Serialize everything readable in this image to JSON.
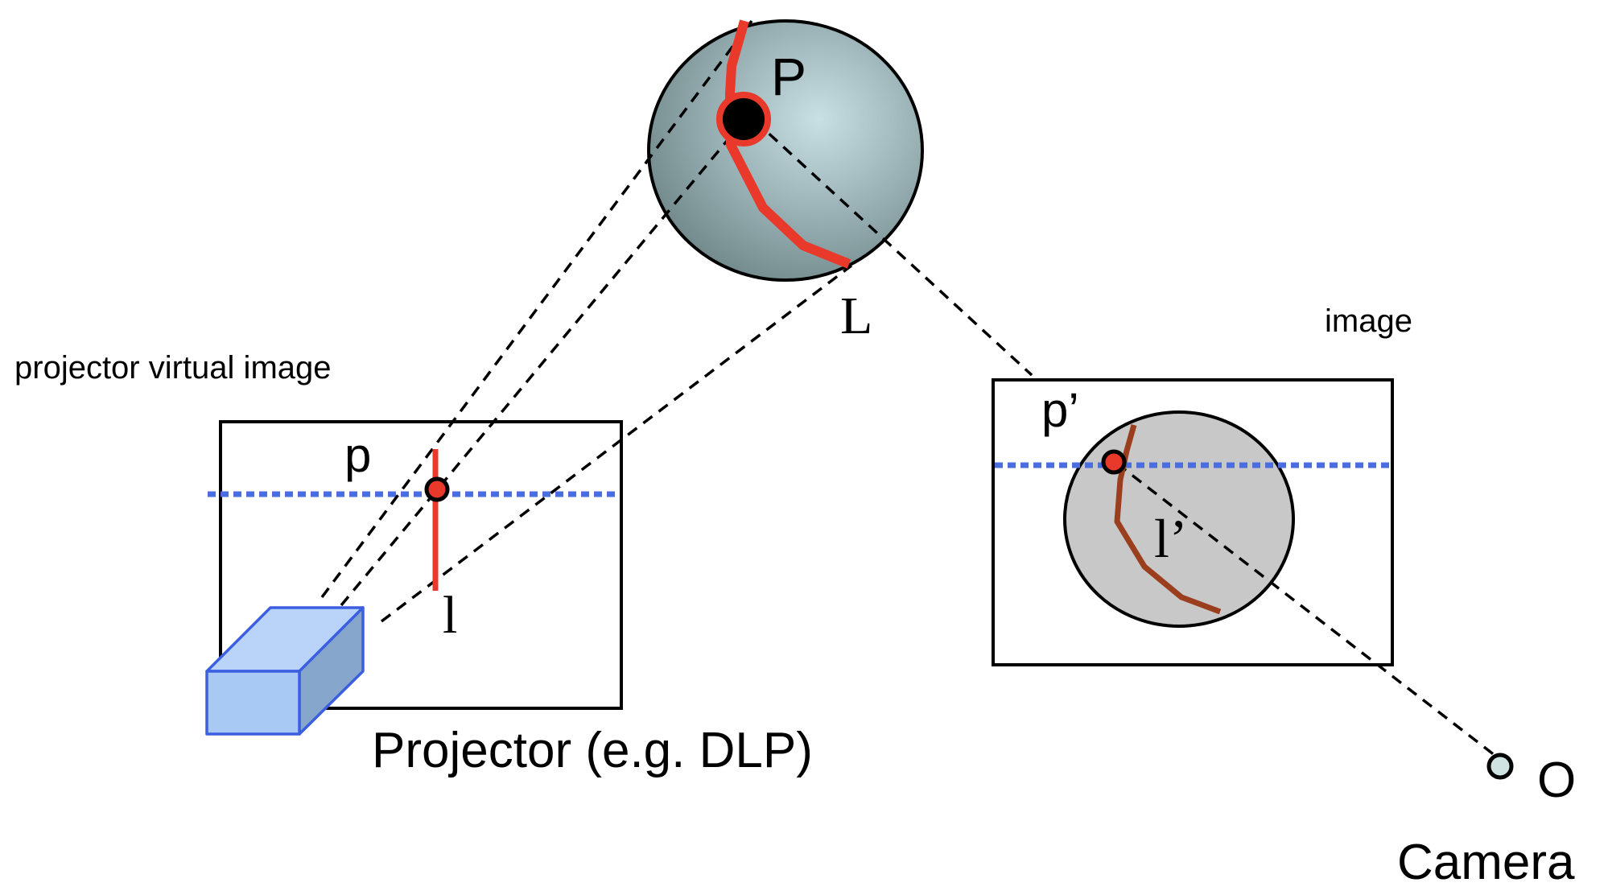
{
  "labels": {
    "point_world": "P",
    "curve_world": "L",
    "point_projector": "p",
    "line_projector": "l",
    "point_image": "p’",
    "line_image": "l’",
    "projector_virtual_image": "projector virtual image",
    "camera_image": "image",
    "projector": "Projector (e.g. DLP)",
    "camera_center": "O",
    "camera": "Camera"
  },
  "colors": {
    "stripe_red": "#e8392a",
    "stripe_brown": "#9a3e1e",
    "epipolar_blue": "#4a6ee0",
    "projector_box_front": "#a9c9f5",
    "projector_box_top": "#b9d4f8",
    "projector_box_side": "#87a6cc",
    "projector_box_edge": "#3b5fe0",
    "sphere_light": "#c8e0e4",
    "sphere_dark": "#6f8789",
    "image_disc": "#c8c8c8",
    "camera_center_fill": "#cfe3e3"
  },
  "icons": {
    "projector": "projector-box-icon",
    "camera": "camera-center-icon"
  }
}
